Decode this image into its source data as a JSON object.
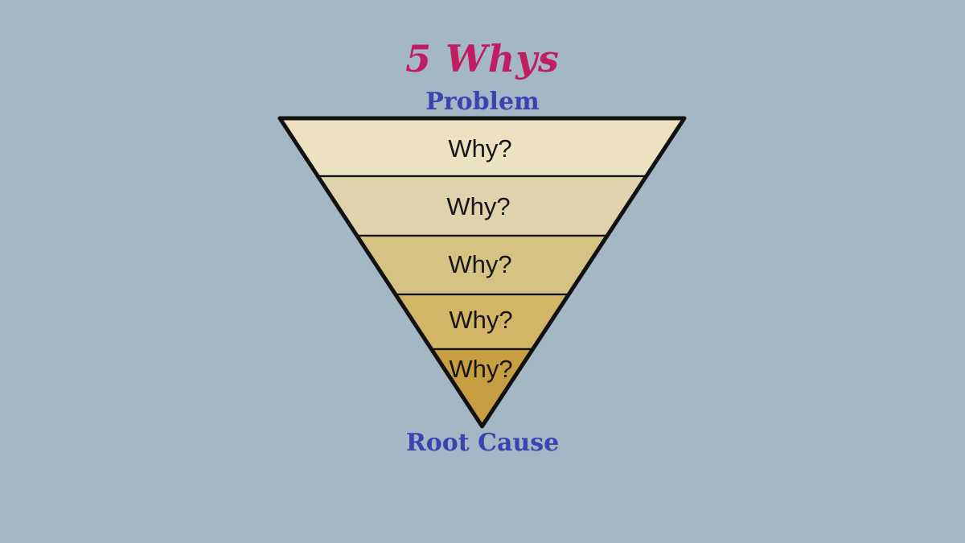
{
  "title": "5 Whys",
  "top_label": "Problem",
  "bottom_label": "Root Cause",
  "colors": {
    "background": "#A3B8C4",
    "title": "#C01E60",
    "endpoint_labels": "#3A43AF",
    "outline": "#111111",
    "why_text": "#161616"
  },
  "pyramid": {
    "layers": [
      {
        "label": "Why?",
        "color": "#ECE2C2"
      },
      {
        "label": "Why?",
        "color": "#DFD2AC"
      },
      {
        "label": "Why?",
        "color": "#D6C283"
      },
      {
        "label": "Why?",
        "color": "#D2B566"
      },
      {
        "label": "Why?",
        "color": "#C79E41"
      }
    ]
  }
}
